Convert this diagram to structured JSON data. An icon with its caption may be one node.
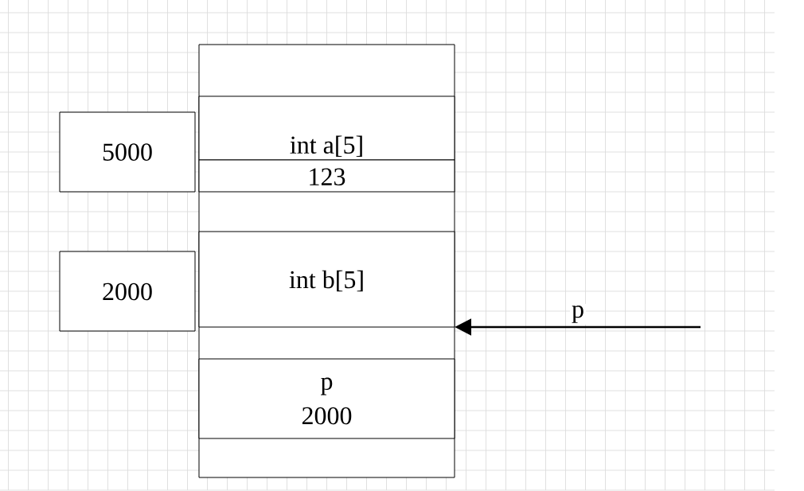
{
  "diagram": {
    "nodes": [
      {
        "text": [],
        "shape": "box"
      },
      {
        "text": [
          "5000"
        ]
      },
      {
        "text": [
          "int a[5]"
        ],
        "in": 0
      },
      {
        "text": [
          "123"
        ],
        "in": 0
      },
      {
        "text": [
          "2000"
        ]
      },
      {
        "text": [
          "int b[5]"
        ],
        "in": 0
      },
      {
        "text": [
          "p",
          "2000"
        ],
        "in": 0
      }
    ],
    "edges": [
      {
        "from": null,
        "to": 5,
        "arrow": "to",
        "label": "p"
      }
    ]
  }
}
